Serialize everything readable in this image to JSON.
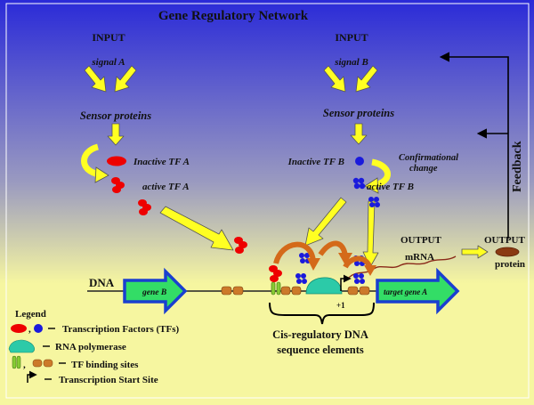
{
  "title": "Gene Regulatory Network",
  "input_a": {
    "heading": "INPUT",
    "signal": "signal A"
  },
  "input_b": {
    "heading": "INPUT",
    "signal": "signal B"
  },
  "sensor_a": "Sensor proteins",
  "sensor_b": "Sensor proteins",
  "tf_a": {
    "inactive": "Inactive TF A",
    "active": "active TF A"
  },
  "tf_b": {
    "inactive": "Inactive TF B",
    "active": "active TF B"
  },
  "conformational_change": {
    "line1": "Confirmational",
    "line2": "change"
  },
  "feedback": "Feedback",
  "output_mrna": {
    "heading": "OUTPUT",
    "label": "mRNA"
  },
  "output_protein": {
    "heading": "OUTPUT",
    "label": "protein"
  },
  "dna_label": "DNA",
  "gene_b": "gene B",
  "target_gene": "target gene A",
  "tss_offset": "+1",
  "cis_regulatory": {
    "line1": "Cis-regulatory DNA",
    "line2": "sequence elements"
  },
  "legend": {
    "title": "Legend",
    "items": [
      {
        "label": "Transcription Factors (TFs)"
      },
      {
        "label": "RNA polymerase"
      },
      {
        "label": "TF binding sites"
      },
      {
        "label": "Transcription Start Site"
      }
    ]
  },
  "colors": {
    "bg_top": "#2a2ad8",
    "bg_bottom": "#f6f6a0",
    "arrow_yellow": "#ffff22",
    "tf_red": "#ee0000",
    "tf_blue": "#1a1adc",
    "gene_arrow_fill": "#33dd66",
    "gene_arrow_border": "#1a3fd0",
    "rnap": "#2ccaa8",
    "site_green": "#88cc33",
    "site_orange": "#cc7a2a",
    "curved_orange": "#d46a1a",
    "protein": "#8a3a12",
    "mrna": "#8a2a1a"
  }
}
